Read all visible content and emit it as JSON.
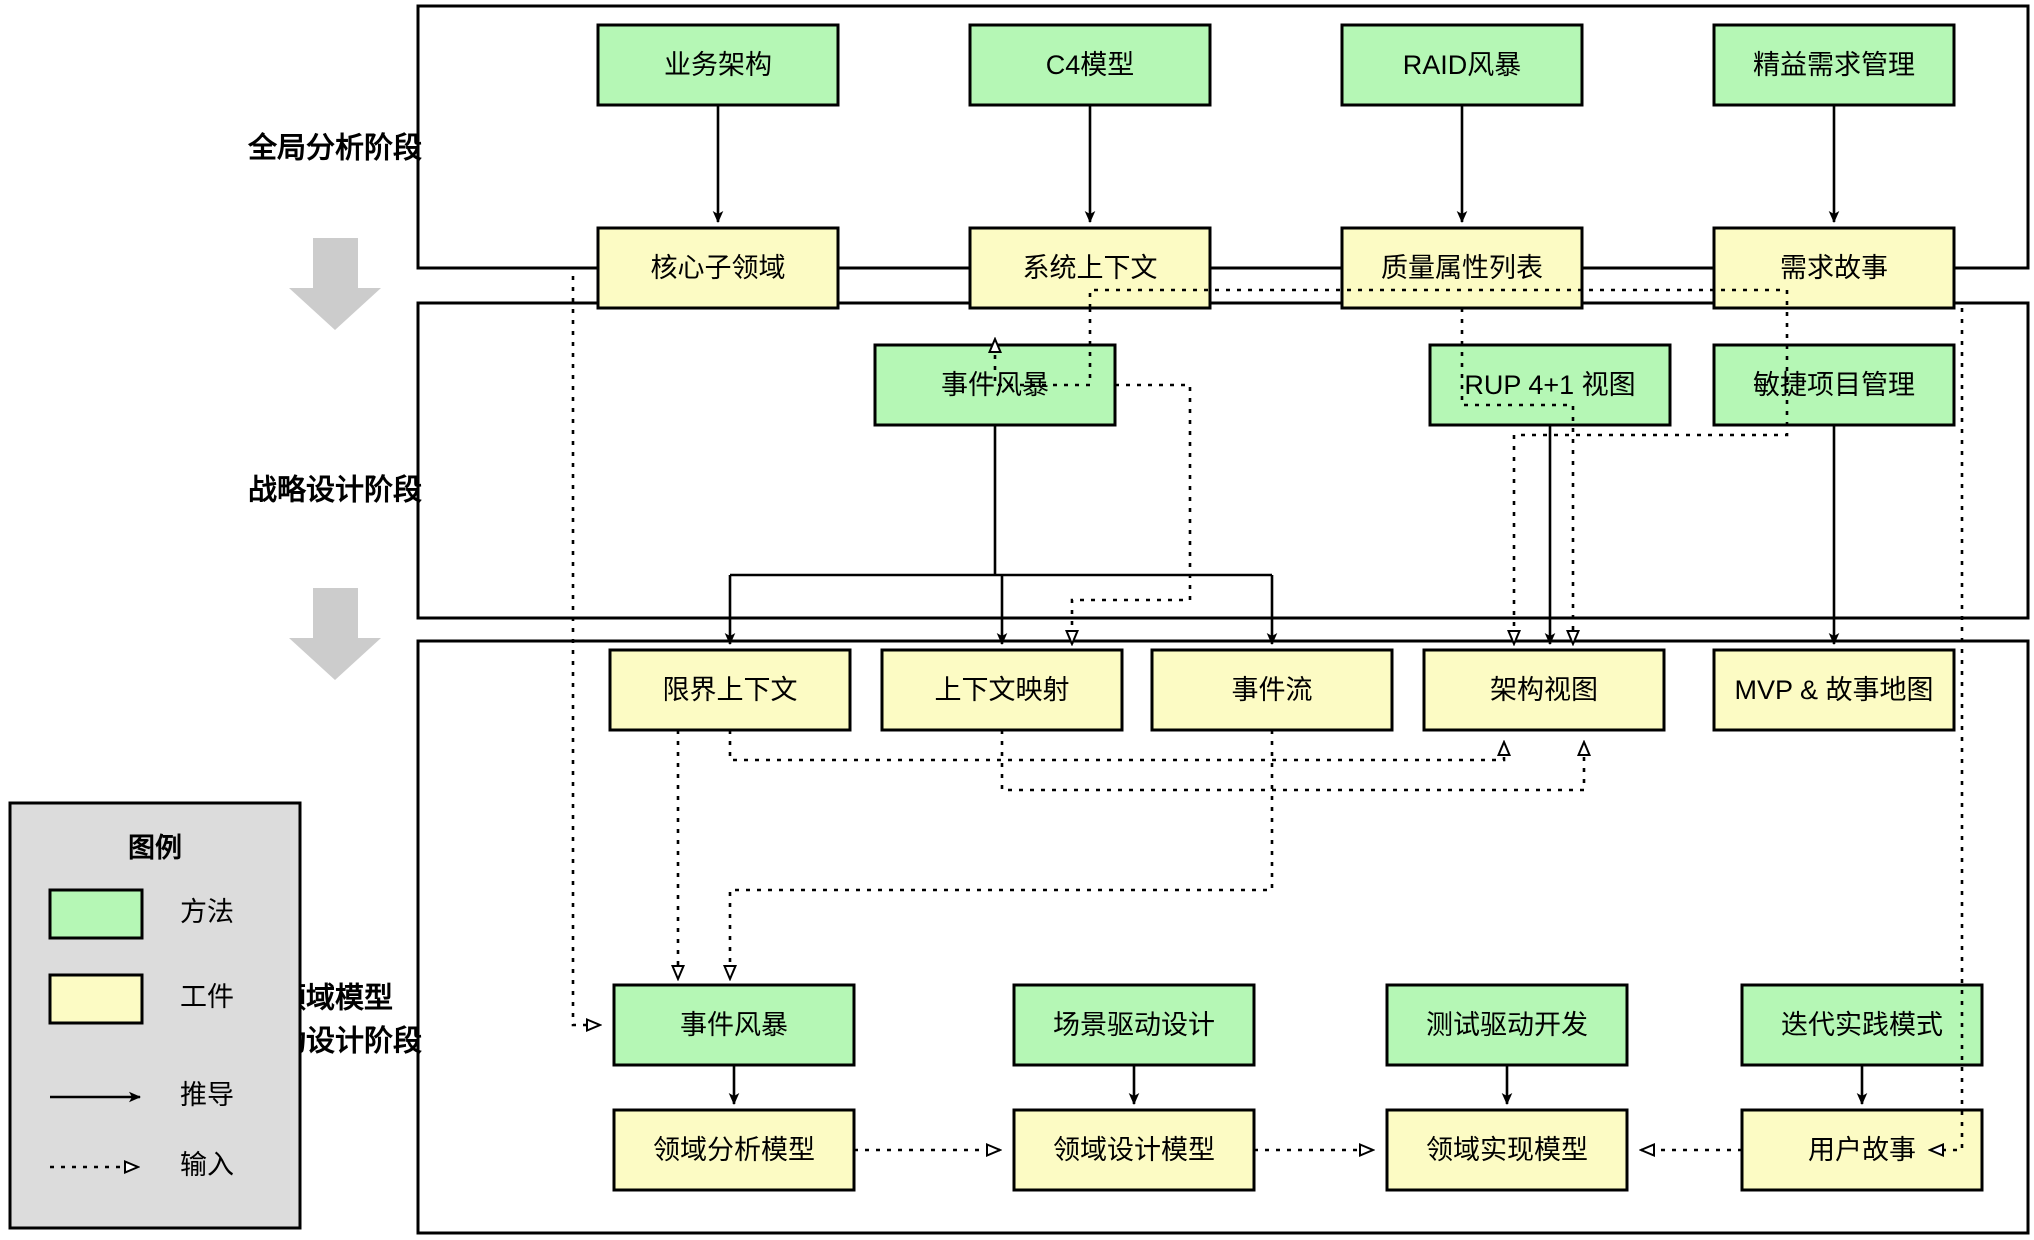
{
  "diagram": {
    "title_semantic": "ddd-process-phases-diagram",
    "colors": {
      "method_fill": "#B5F7B5",
      "artifact_fill": "#FCFBC4",
      "legend_fill": "#DCDCDC",
      "phase_arrow": "#CCCCCC",
      "stroke": "#000000"
    }
  },
  "phases": [
    {
      "id": "global-analysis",
      "label": "全局分析阶段",
      "methods": [
        "业务架构",
        "C4模型",
        "RAID风暴",
        "精益需求管理"
      ],
      "artifacts": [
        "核心子领域",
        "系统上下文",
        "质量属性列表",
        "需求故事"
      ]
    },
    {
      "id": "strategic-design",
      "label": "战略设计阶段",
      "methods": [
        "事件风暴",
        "RUP 4+1 视图",
        "敏捷项目管理"
      ],
      "artifacts": [
        "限界上下文",
        "上下文映射",
        "事件流",
        "架构视图",
        "MVP & 故事地图"
      ]
    },
    {
      "id": "domain-model-driven-design",
      "label_line1": "领域模型",
      "label_line2": "驱动设计阶段",
      "methods": [
        "事件风暴",
        "场景驱动设计",
        "测试驱动开发",
        "迭代实践模式"
      ],
      "artifacts": [
        "领域分析模型",
        "领域设计模型",
        "领域实现模型",
        "用户故事"
      ]
    }
  ],
  "legend": {
    "title": "图例",
    "items": [
      {
        "kind": "swatch",
        "color_key": "method_fill",
        "label": "方法"
      },
      {
        "kind": "swatch",
        "color_key": "artifact_fill",
        "label": "工件"
      },
      {
        "kind": "solid-arrow",
        "label": "推导"
      },
      {
        "kind": "dotted-arrow",
        "label": "输入"
      }
    ]
  },
  "nodes": {
    "p1m1": "业务架构",
    "p1m2": "C4模型",
    "p1m3": "RAID风暴",
    "p1m4": "精益需求管理",
    "p1a1": "核心子领域",
    "p1a2": "系统上下文",
    "p1a3": "质量属性列表",
    "p1a4": "需求故事",
    "p2m1": "事件风暴",
    "p2m2": "RUP 4+1 视图",
    "p2m3": "敏捷项目管理",
    "p2a1": "限界上下文",
    "p2a2": "上下文映射",
    "p2a3": "事件流",
    "p2a4": "架构视图",
    "p2a5": "MVP & 故事地图",
    "p3m1": "事件风暴",
    "p3m2": "场景驱动设计",
    "p3m3": "测试驱动开发",
    "p3m4": "迭代实践模式",
    "p3a1": "领域分析模型",
    "p3a2": "领域设计模型",
    "p3a3": "领域实现模型",
    "p3a4": "用户故事"
  }
}
